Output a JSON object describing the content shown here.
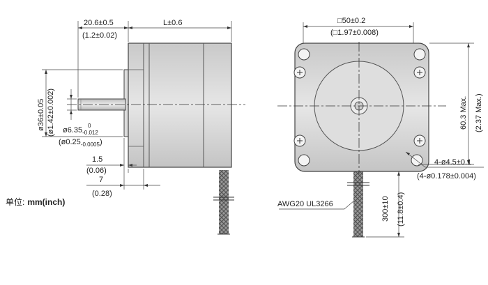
{
  "dimensions": {
    "front_length": "20.6±0.5",
    "front_length_in": "(1.2±0.02)",
    "body_length": "L±0.6",
    "boss_dia": "ø36±0.05",
    "boss_dia_in": "(ø1.42±0.002)",
    "shaft_dia_main": "ø6.35",
    "shaft_dia_sup": "0",
    "shaft_dia_sub": "-0.012",
    "shaft_dia_in_main": "(ø0.25",
    "shaft_dia_in_sub": "-0.0005",
    "shaft_dia_in_close": ")",
    "flange_thk": "1.5",
    "flange_thk_in": "(0.06)",
    "flange_pos": "7",
    "flange_pos_in": "(0.28)",
    "square": "□50±0.2",
    "square_in": "(□1.97±0.008)",
    "height_max": "60.3 Max.",
    "height_max_in": "(2.37 Max.)",
    "holes": "4-ø4.5±0.1",
    "holes_in": "(4-ø0.178±0.004)",
    "lead_len": "300±10",
    "lead_len_in": "(11.8±0.4)",
    "wire": "AWG20 UL3266"
  },
  "unit": {
    "label": "单位:",
    "value": "mm(inch)"
  }
}
